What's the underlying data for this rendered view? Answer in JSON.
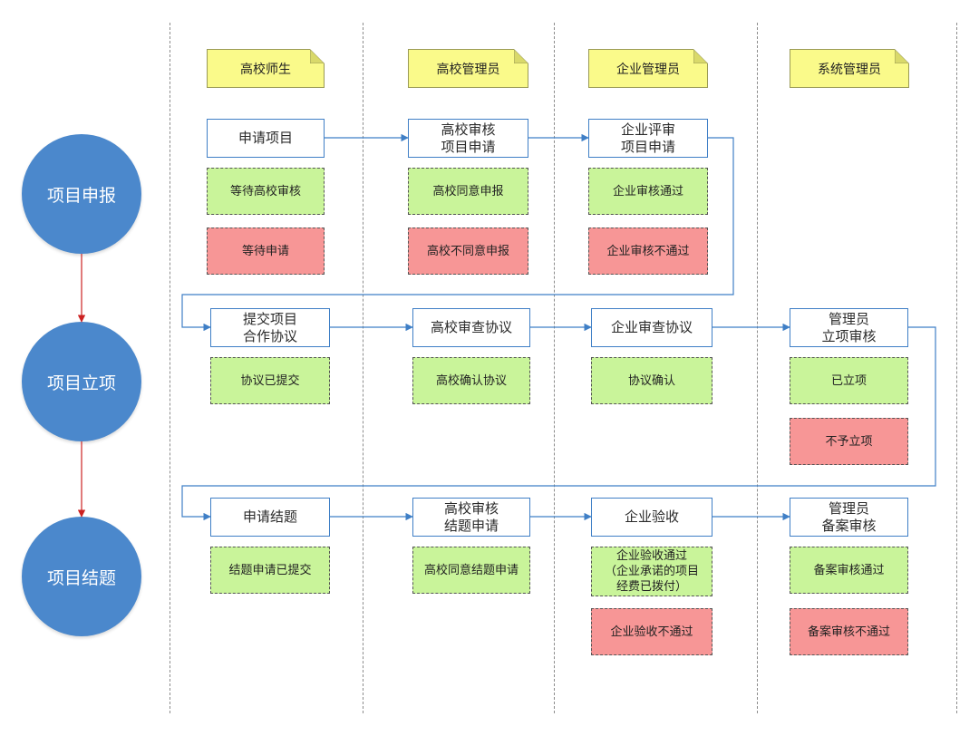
{
  "colors": {
    "phase_fill": "#4b88cc",
    "process_border": "#3f7fc6",
    "state_ok": "#c9f49a",
    "state_bad": "#f79696",
    "note_fill": "#fafa8a",
    "arrow_blue": "#3f7fc6",
    "arrow_red": "#cc2222"
  },
  "lanes": {
    "students": "高校师生",
    "school_admin": "高校管理员",
    "company_admin": "企业管理员",
    "system_admin": "系统管理员"
  },
  "phases": {
    "apply": "项目申报",
    "establish": "项目立项",
    "close": "项目结题"
  },
  "apply": {
    "p1": "申请项目",
    "p2": "高校审核\n项目申请",
    "p3": "企业评审\n项目申请",
    "s1": "等待高校审核",
    "s2": "等待申请",
    "s3": "高校同意申报",
    "s4": "高校不同意申报",
    "s5": "企业审核通过",
    "s6": "企业审核不通过"
  },
  "establish": {
    "p1": "提交项目\n合作协议",
    "p2": "高校审查协议",
    "p3": "企业审查协议",
    "p4": "管理员\n立项审核",
    "s1": "协议已提交",
    "s2": "高校确认协议",
    "s3": "协议确认",
    "s4": "已立项",
    "s5": "不予立项"
  },
  "close": {
    "p1": "申请结题",
    "p2": "高校审核\n结题申请",
    "p3": "企业验收",
    "p4": "管理员\n备案审核",
    "s1": "结题申请已提交",
    "s2": "高校同意结题申请",
    "s3": "企业验收通过\n（企业承诺的项目\n经费已拨付）",
    "s4": "企业验收不通过",
    "s5": "备案审核通过",
    "s6": "备案审核不通过"
  }
}
